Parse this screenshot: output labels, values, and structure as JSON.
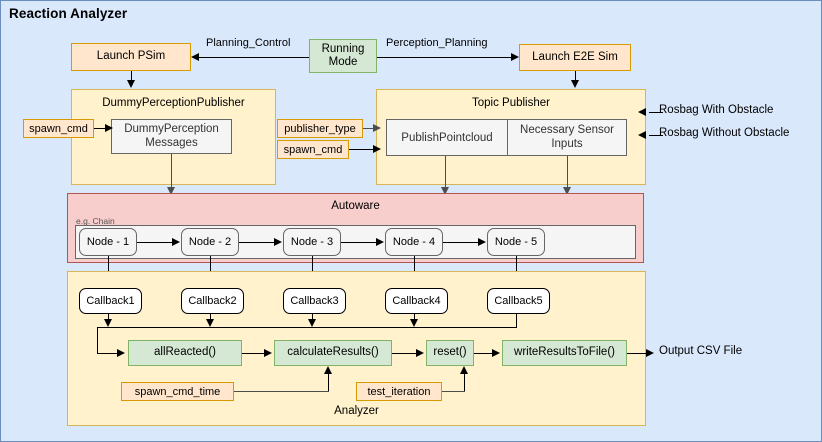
{
  "diagram": {
    "title": "Reaction Analyzer",
    "background_color": "#dae8fc",
    "border_color": "#6c8ebf"
  },
  "top_row": {
    "launch_psim": "Launch PSim",
    "running_mode": "Running Mode",
    "running_mode_line1": "Running",
    "running_mode_line2": "Mode",
    "launch_e2e": "Launch E2E Sim",
    "edge_planning_control": "Planning_Control",
    "edge_perception_planning": "Perception_Planning"
  },
  "dummy_perception_publisher": {
    "title": "DummyPerceptionPublisher",
    "inner_line1": "DummyPerception",
    "inner_line2": "Messages",
    "input_tag": "spawn_cmd"
  },
  "topic_publisher": {
    "title": "Topic Publisher",
    "inner_left": "PublishPointcloud",
    "inner_right_line1": "Necessary Sensor",
    "inner_right_line2": "Inputs",
    "input_tags": [
      "publisher_type",
      "spawn_cmd"
    ],
    "external_inputs": [
      "Rosbag With Obstacle",
      "Rosbag Without Obstacle"
    ]
  },
  "autoware": {
    "title": "Autoware",
    "subtitle": "e.g. Chain",
    "nodes": [
      "Node - 1",
      "Node - 2",
      "Node - 3",
      "Node - 4",
      "Node - 5"
    ]
  },
  "analyzer": {
    "title": "Analyzer",
    "callbacks": [
      "Callback1",
      "Callback2",
      "Callback3",
      "Callback4",
      "Callback5"
    ],
    "functions": [
      "allReacted()",
      "calculateResults()",
      "reset()",
      "writeResultsToFile()"
    ],
    "param_tags": [
      "spawn_cmd_time",
      "test_iteration"
    ],
    "output_label": "Output CSV File"
  },
  "colors": {
    "orange_fill": "#ffe6cc",
    "orange_stroke": "#d79b00",
    "green_fill": "#d5e8d4",
    "green_stroke": "#82b366",
    "yellow_fill": "#fff2cc",
    "yellow_stroke": "#d6b656",
    "red_fill": "#f8cecc",
    "red_stroke": "#b85450",
    "grey_fill": "#f5f5f5",
    "grey_stroke": "#666666"
  }
}
